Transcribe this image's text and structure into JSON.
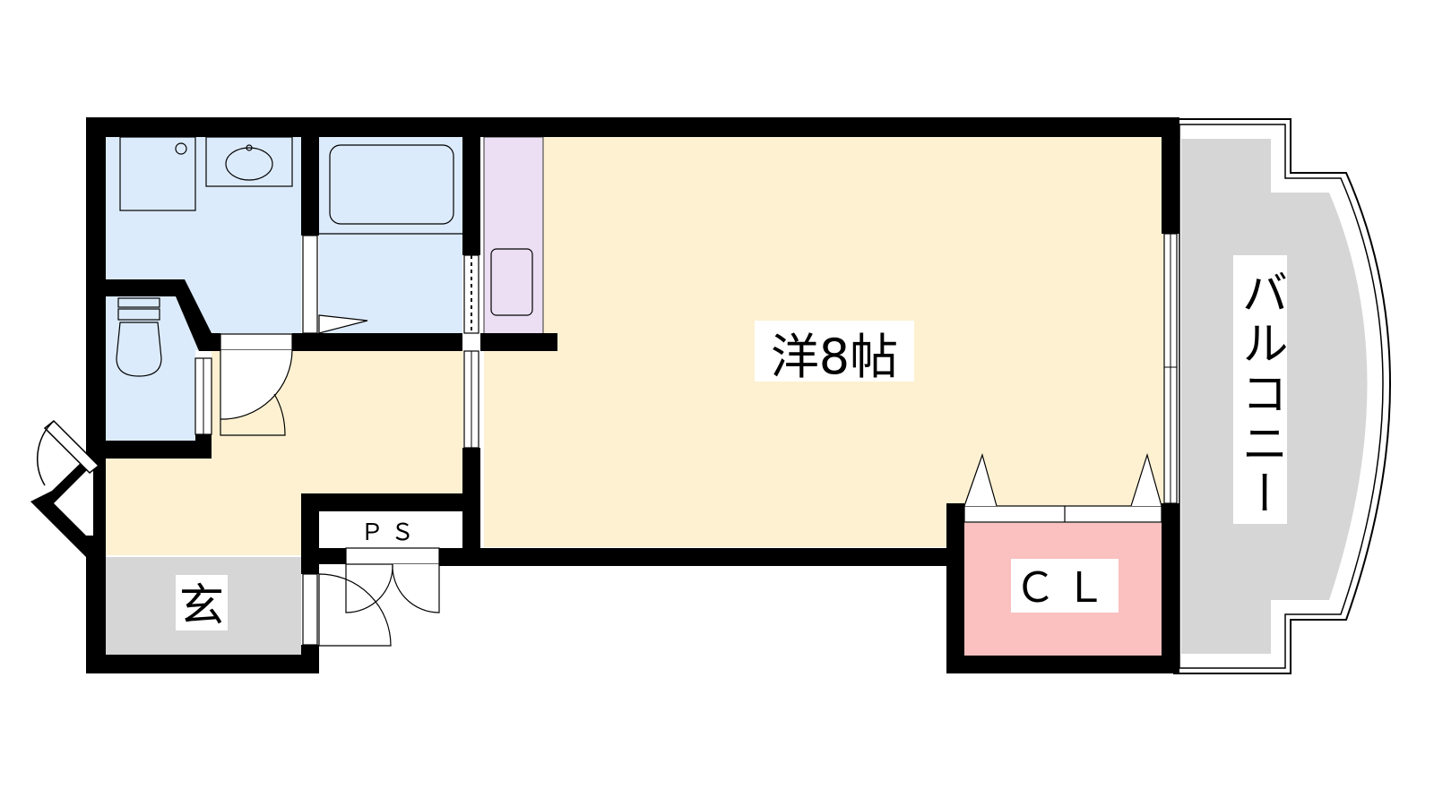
{
  "floor_plan": {
    "rooms": {
      "western_room": {
        "label": "洋8帖",
        "color": "#fdf1d2"
      },
      "entrance": {
        "label": "玄",
        "color": "#d6d6d6"
      },
      "closet": {
        "label": "ＣＬ",
        "color": "#fbc0c0"
      },
      "balcony": {
        "label": "バルコニー",
        "color": "#d6d6d6"
      },
      "pipe_space": {
        "label": "ＰＳ"
      },
      "bath_area": {
        "color": "#dcebfb"
      },
      "kitchen": {
        "color": "#ecdff3"
      }
    },
    "colors": {
      "wall": "#000000",
      "hall": "#fdf1d2"
    }
  }
}
